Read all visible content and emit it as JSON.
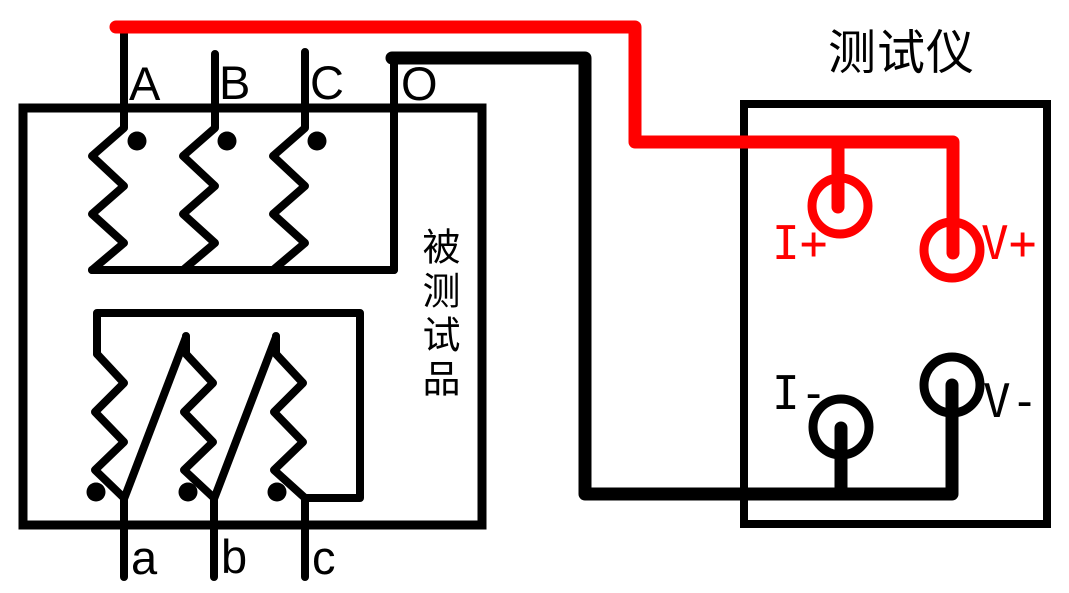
{
  "figure": {
    "tester": {
      "title": "测试仪",
      "terminals": {
        "i_plus": "I+",
        "v_plus": "V+",
        "i_minus": "I-",
        "v_minus": "V-"
      }
    },
    "device": {
      "label": "被测试品",
      "hv_terminals": {
        "a": "A",
        "b": "B",
        "c": "C",
        "o": "O"
      },
      "lv_terminals": {
        "a": "a",
        "b": "b",
        "c": "c"
      }
    },
    "colors": {
      "positive_wire": "#ff0000",
      "negative_wire": "#000000",
      "line": "#000000"
    }
  }
}
